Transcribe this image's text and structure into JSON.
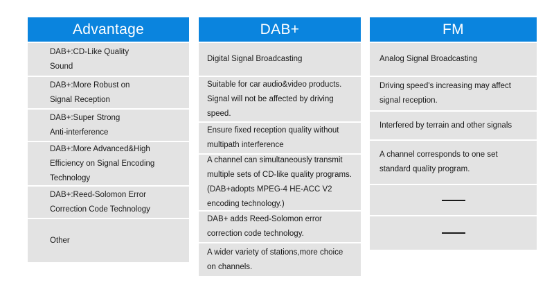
{
  "table": {
    "accent_color": "#0a84de",
    "cell_color": "#e3e3e3",
    "header_text_color": "#ffffff",
    "body_text_color": "#1a1a1a",
    "columns": [
      {
        "key": "advantage",
        "header": "Advantage",
        "cells": [
          {
            "lines": [
              "DAB+:CD-Like Quality",
              "Sound"
            ]
          },
          {
            "lines": [
              "DAB+:More Robust on",
              "Signal Reception"
            ]
          },
          {
            "lines": [
              "DAB+:Super Strong",
              "Anti-interference"
            ]
          },
          {
            "lines": [
              "DAB+:More Advanced&High",
              "Efficiency on Signal Encoding",
              "Technology"
            ]
          },
          {
            "lines": [
              "DAB+:Reed-Solomon Error",
              "Correction Code Technology"
            ]
          },
          {
            "lines": [
              "Other"
            ]
          }
        ]
      },
      {
        "key": "dab",
        "header": "DAB+",
        "cells": [
          {
            "lines": [
              "Digital Signal Broadcasting"
            ]
          },
          {
            "lines": [
              "Suitable for car audio&video products.",
              "Signal will not be affected by driving",
              "speed."
            ]
          },
          {
            "lines": [
              "Ensure fixed reception quality without",
              "multipath interference"
            ]
          },
          {
            "lines": [
              "A channel can simultaneously transmit",
              "multiple sets of CD-like quality programs.",
              "(DAB+adopts MPEG-4 HE-ACC V2",
              "encoding technology.)"
            ]
          },
          {
            "lines": [
              "DAB+ adds Reed-Solomon error",
              "correction code technology."
            ]
          },
          {
            "lines": [
              "A wider variety of stations,more choice",
              "on channels."
            ]
          }
        ]
      },
      {
        "key": "fm",
        "header": "FM",
        "cells": [
          {
            "lines": [
              "Analog Signal Broadcasting"
            ]
          },
          {
            "lines": [
              "Driving speed's increasing may affect",
              "signal reception."
            ]
          },
          {
            "lines": [
              "Interfered by terrain and other signals"
            ]
          },
          {
            "lines": [
              "A channel corresponds to one set",
              "standard quality program."
            ]
          },
          {
            "dash": true,
            "lines": []
          },
          {
            "dash": true,
            "lines": []
          }
        ]
      }
    ]
  }
}
